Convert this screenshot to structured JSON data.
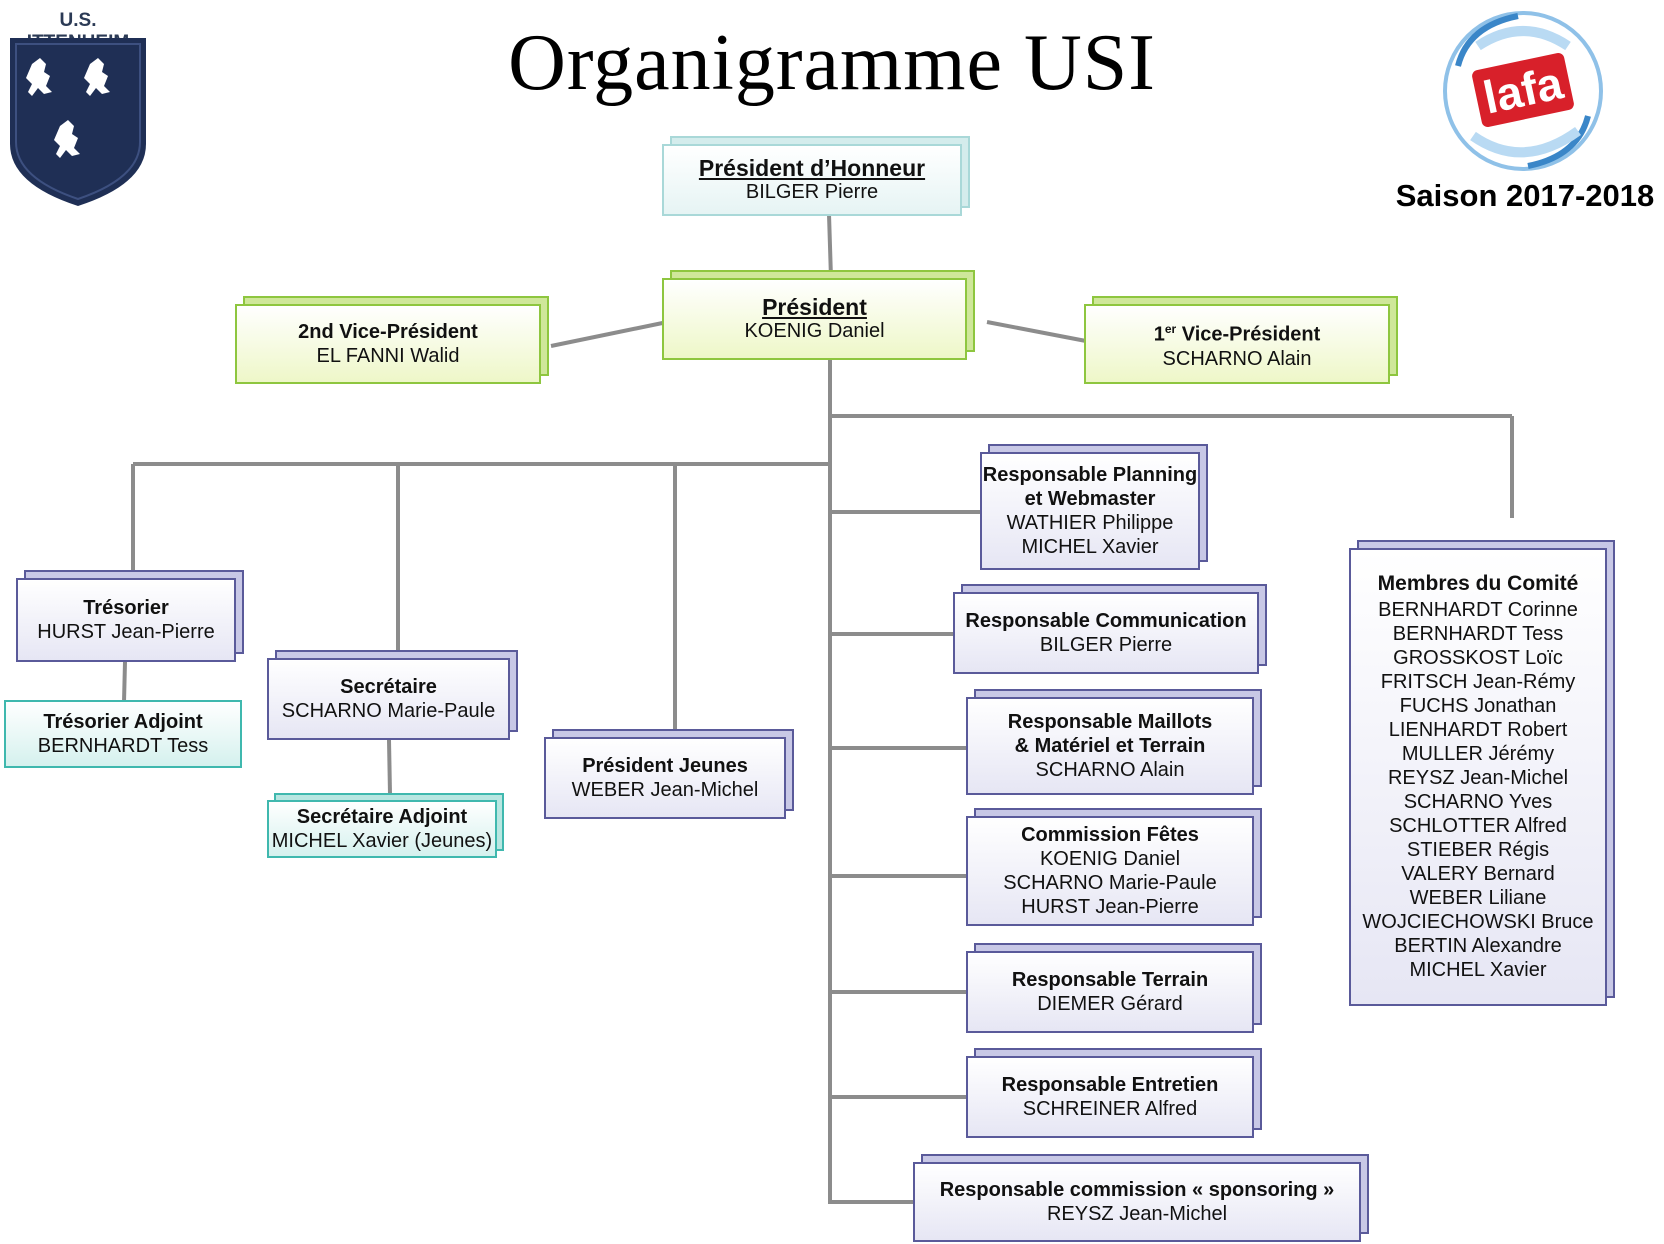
{
  "title": "Organigramme USI",
  "club_name": "U.S. ITTENHEIM",
  "partner_logo_text": "lafa",
  "season": "Saison 2017-2018",
  "honorary": {
    "role": "Président d’Honneur",
    "name": "BILGER Pierre"
  },
  "president": {
    "role": "Président",
    "name": "KOENIG Daniel"
  },
  "vice2": {
    "role": "2nd Vice-Président",
    "name": "EL FANNI Walid"
  },
  "vice1": {
    "role_num": "1",
    "role_sup": "er",
    "role_rest": " Vice-Président",
    "name": "SCHARNO Alain"
  },
  "treasurer": {
    "role": "Trésorier",
    "name": "HURST Jean-Pierre"
  },
  "treasurer_adj": {
    "role": "Trésorier Adjoint",
    "name": "BERNHARDT Tess"
  },
  "secretary": {
    "role": "Secrétaire",
    "name": "SCHARNO Marie-Paule"
  },
  "secretary_adj": {
    "role": "Secrétaire Adjoint",
    "name": "MICHEL Xavier (Jeunes)"
  },
  "youth_president": {
    "role": "Président Jeunes",
    "name": "WEBER Jean-Michel"
  },
  "planning": {
    "role1": "Responsable Planning",
    "role2": "et Webmaster",
    "name1": "WATHIER Philippe",
    "name2": "MICHEL Xavier"
  },
  "communication": {
    "role": "Responsable Communication",
    "name": "BILGER Pierre"
  },
  "maillots": {
    "role1": "Responsable Maillots",
    "role2": "& Matériel et Terrain",
    "name": "SCHARNO Alain"
  },
  "fetes": {
    "role": "Commission Fêtes",
    "name1": "KOENIG Daniel",
    "name2": "SCHARNO Marie-Paule",
    "name3": "HURST Jean-Pierre"
  },
  "terrain": {
    "role": "Responsable Terrain",
    "name": "DIEMER Gérard"
  },
  "entretien": {
    "role": "Responsable Entretien",
    "name": "SCHREINER Alfred"
  },
  "sponsoring": {
    "role": "Responsable commission « sponsoring »",
    "name": "REYSZ Jean-Michel"
  },
  "committee": {
    "role": "Membres du Comité",
    "members": [
      "BERNHARDT Corinne",
      "BERNHARDT Tess",
      "GROSSKOST Loïc",
      "FRITSCH Jean-Rémy",
      "FUCHS Jonathan",
      "LIENHARDT Robert",
      "MULLER Jérémy",
      "REYSZ Jean-Michel",
      "SCHARNO Yves",
      "SCHLOTTER Alfred",
      "STIEBER Régis",
      "VALERY Bernard",
      "WEBER Liliane",
      "WOJCIECHOWSKI Bruce",
      "BERTIN Alexandre",
      "MICHEL Xavier"
    ]
  },
  "colors": {
    "connector": "#8c8c8c",
    "lavender_border": "#5a5a9a",
    "green_border": "#8ec63f",
    "teal_border": "#3fb8ae",
    "club_navy": "#1f2f55",
    "lafa_red": "#d8202a",
    "lafa_blue": "#3a86c8"
  }
}
